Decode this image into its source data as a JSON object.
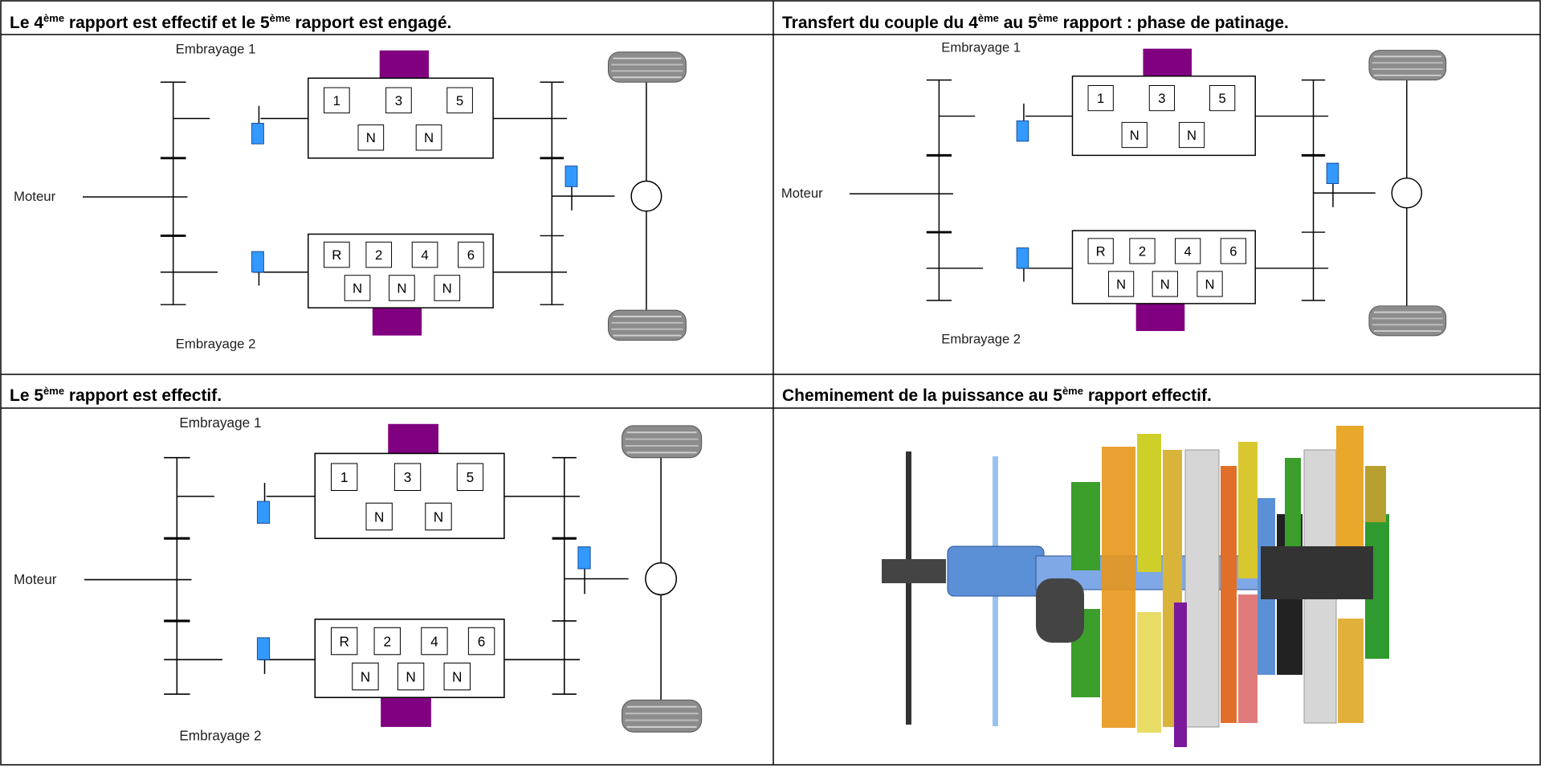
{
  "panels": [
    {
      "title_pre": "Le 4",
      "title_sup1": "ème",
      "title_mid": " rapport est effectif et le 5",
      "title_sup2": "ème",
      "title_post": " rapport est engagé."
    },
    {
      "title_pre": "Transfert du couple du 4",
      "title_sup1": "ème",
      "title_mid": " au 5",
      "title_sup2": "ème",
      "title_post": " rapport : phase de patinage."
    },
    {
      "title_pre": "Le 5",
      "title_sup1": "ème",
      "title_mid": " rapport est effectif.",
      "title_sup2": "",
      "title_post": ""
    },
    {
      "title_pre": "Cheminement de la puissance au 5",
      "title_sup1": "ème",
      "title_mid": " rapport effectif.",
      "title_sup2": "",
      "title_post": ""
    }
  ],
  "diagram": {
    "clutch1": "Embrayage 1",
    "clutch2": "Embrayage 2",
    "engine": "Moteur",
    "odd_gears": [
      "1",
      "3",
      "5"
    ],
    "even_gears": [
      "R",
      "2",
      "4",
      "6"
    ],
    "odd_neutrals": [
      "N",
      "N"
    ],
    "even_neutrals": [
      "N",
      "N",
      "N"
    ]
  },
  "colors": {
    "clutch": "#800080",
    "synchro": "#3399ff",
    "tyre": "#8c8c8c",
    "line": "#000000"
  }
}
